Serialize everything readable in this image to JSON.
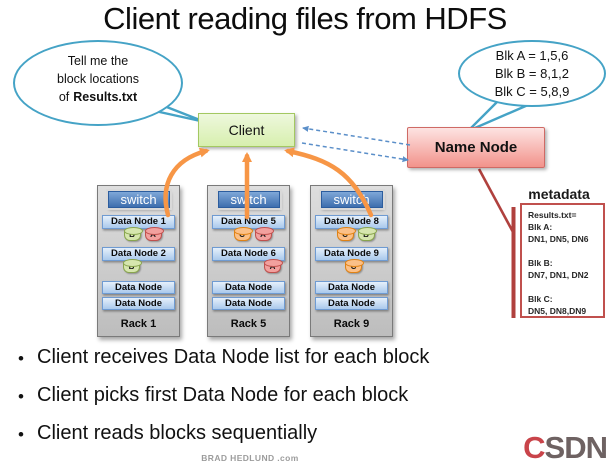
{
  "title": "Client reading files from HDFS",
  "bubbles": {
    "left": {
      "line1": "Tell me the",
      "line2": "block locations",
      "line3_word": "of",
      "filename": "Results.txt"
    },
    "right": {
      "lines": [
        "Blk A = 1,5,6",
        "Blk B = 8,1,2",
        "Blk C = 5,8,9"
      ]
    }
  },
  "client_label": "Client",
  "namenode_label": "Name Node",
  "metadata": {
    "title": "metadata",
    "lines": [
      "Results.txt=",
      "Blk A:",
      "DN1, DN5, DN6",
      "",
      "Blk B:",
      "DN7, DN1, DN2",
      "",
      "Blk C:",
      "DN5, DN8,DN9"
    ]
  },
  "racks": [
    {
      "label": "Rack 1",
      "switch": "switch",
      "nodes": [
        {
          "label": "Data Node 1",
          "blocks": [
            "B",
            "A"
          ]
        },
        {
          "label": "Data Node 2",
          "blocks": [
            "B"
          ]
        },
        {
          "label": "Data Node",
          "blocks": []
        },
        {
          "label": "Data Node",
          "blocks": []
        }
      ]
    },
    {
      "label": "Rack 5",
      "switch": "switch",
      "nodes": [
        {
          "label": "Data Node 5",
          "blocks": [
            "C",
            "A"
          ]
        },
        {
          "label": "Data Node 6",
          "blocks": [
            "A"
          ]
        },
        {
          "label": "Data Node",
          "blocks": []
        },
        {
          "label": "Data Node",
          "blocks": []
        }
      ]
    },
    {
      "label": "Rack 9",
      "switch": "switch",
      "nodes": [
        {
          "label": "Data Node 8",
          "blocks": [
            "C",
            "B"
          ]
        },
        {
          "label": "Data Node 9",
          "blocks": [
            "C"
          ]
        },
        {
          "label": "Data Node",
          "blocks": []
        },
        {
          "label": "Data Node",
          "blocks": []
        }
      ]
    }
  ],
  "bullets": [
    "Client receives Data Node list for each block",
    "Client picks first Data Node for each block",
    "Client reads blocks sequentially"
  ],
  "bullet_glyph": "•",
  "credit": "BRAD HEDLUND .com",
  "logo": {
    "text_c": "C",
    "text_sdn": "SDN"
  },
  "colors": {
    "bubble_blue": "#45a3c6",
    "arrow_orange": "#f79646",
    "meta_red": "#c0504d",
    "dash_blue": "#5b8fc9",
    "block_a_fill": "#f2a09e",
    "block_a_border": "#c0504d",
    "block_b_fill": "#d6e6ae",
    "block_b_border": "#89a54e",
    "block_c_fill": "#fbc088",
    "block_c_border": "#e08214",
    "logo_red": "#c9444a",
    "logo_gray": "#6e6262"
  }
}
